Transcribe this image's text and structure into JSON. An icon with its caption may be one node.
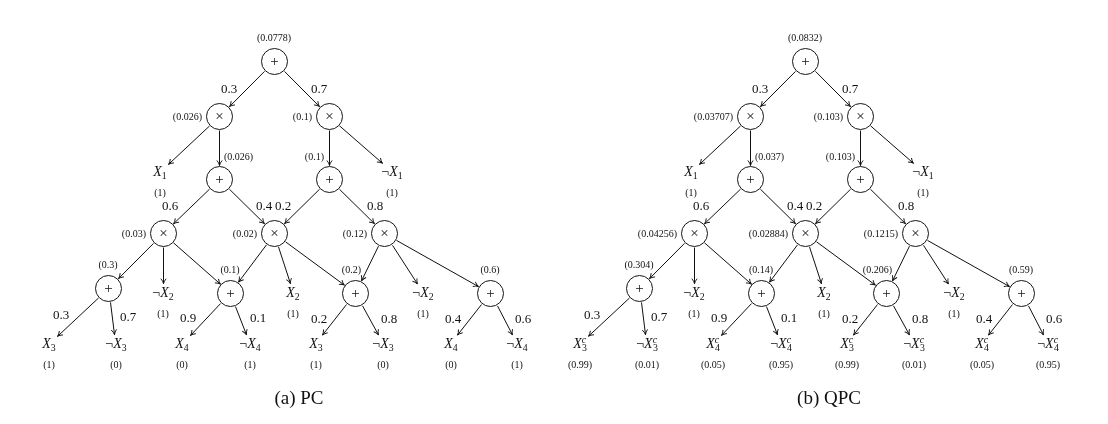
{
  "diagram": {
    "nodes": [
      {
        "text": [
          "+"
        ],
        "beside": [
          "(0.0778)"
        ]
      },
      {
        "text": [
          "×"
        ],
        "beside": [
          "(0.026)"
        ]
      },
      {
        "text": [
          "×"
        ],
        "beside": [
          "(0.1)"
        ]
      },
      {
        "text": [
          "*X*$_{1}$"
        ],
        "beside": [
          "(1)"
        ]
      },
      {
        "text": [
          "+"
        ],
        "beside": [
          "(0.026)"
        ]
      },
      {
        "text": [
          "+"
        ],
        "beside": [
          "(0.1)"
        ]
      },
      {
        "text": [
          "¬*X*$_{1}$"
        ],
        "beside": [
          "(1)"
        ]
      },
      {
        "text": [
          "×"
        ],
        "beside": [
          "(0.03)"
        ]
      },
      {
        "text": [
          "×"
        ],
        "beside": [
          "(0.02)"
        ]
      },
      {
        "text": [
          "×"
        ],
        "beside": [
          "(0.12)"
        ]
      },
      {
        "text": [
          "+"
        ],
        "beside": [
          "(0.3)"
        ]
      },
      {
        "text": [
          "¬*X*$_{2}$"
        ],
        "beside": [
          "(1)"
        ]
      },
      {
        "text": [
          "+"
        ],
        "beside": [
          "(0.1)"
        ]
      },
      {
        "text": [
          "*X*$_{2}$"
        ],
        "beside": [
          "(1)"
        ]
      },
      {
        "text": [
          "+"
        ],
        "beside": [
          "(0.2)"
        ]
      },
      {
        "text": [
          "¬*X*$_{2}$"
        ],
        "beside": [
          "(1)"
        ]
      },
      {
        "text": [
          "+"
        ],
        "beside": [
          "(0.6)"
        ]
      },
      {
        "text": [
          "*X*$_{3}$"
        ],
        "beside": [
          "(1)"
        ]
      },
      {
        "text": [
          "¬*X*$_{3}$"
        ],
        "beside": [
          "(0)"
        ]
      },
      {
        "text": [
          "*X*$_{4}$"
        ],
        "beside": [
          "(0)"
        ]
      },
      {
        "text": [
          "¬*X*$_{4}$"
        ],
        "beside": [
          "(1)"
        ]
      },
      {
        "text": [
          "*X*$_{3}$"
        ],
        "beside": [
          "(1)"
        ]
      },
      {
        "text": [
          "¬*X*$_{3}$"
        ],
        "beside": [
          "(0)"
        ]
      },
      {
        "text": [
          "*X*$_{4}$"
        ],
        "beside": [
          "(0)"
        ]
      },
      {
        "text": [
          "¬*X*$_{4}$"
        ],
        "beside": [
          "(1)"
        ]
      },
      {
        "text": [
          "+"
        ],
        "beside": [
          "(0.0832)"
        ]
      },
      {
        "text": [
          "×"
        ],
        "beside": [
          "(0.03707)"
        ]
      },
      {
        "text": [
          "×"
        ],
        "beside": [
          "(0.103)"
        ]
      },
      {
        "text": [
          "*X*$_{1}$"
        ],
        "beside": [
          "(1)"
        ]
      },
      {
        "text": [
          "+"
        ],
        "beside": [
          "(0.037)"
        ]
      },
      {
        "text": [
          "+"
        ],
        "beside": [
          "(0.103)"
        ]
      },
      {
        "text": [
          "¬*X*$_{1}$"
        ],
        "beside": [
          "(1)"
        ]
      },
      {
        "text": [
          "×"
        ],
        "beside": [
          "(0.04256)"
        ]
      },
      {
        "text": [
          "×"
        ],
        "beside": [
          "(0.02884)"
        ]
      },
      {
        "text": [
          "×"
        ],
        "beside": [
          "(0.1215)"
        ]
      },
      {
        "text": [
          "+"
        ],
        "beside": [
          "(0.304)"
        ]
      },
      {
        "text": [
          "¬*X*$_{2}$"
        ],
        "beside": [
          "(1)"
        ]
      },
      {
        "text": [
          "+"
        ],
        "beside": [
          "(0.14)"
        ]
      },
      {
        "text": [
          "*X*$_{2}$"
        ],
        "beside": [
          "(1)"
        ]
      },
      {
        "text": [
          "+"
        ],
        "beside": [
          "(0.206)"
        ]
      },
      {
        "text": [
          "¬*X*$_{2}$"
        ],
        "beside": [
          "(1)"
        ]
      },
      {
        "text": [
          "+"
        ],
        "beside": [
          "(0.59)"
        ]
      },
      {
        "text": [
          "*X*$^{c}$$_{3}$"
        ],
        "beside": [
          "(0.99)"
        ]
      },
      {
        "text": [
          "¬*X*$^{c}$$_{3}$"
        ],
        "beside": [
          "(0.01)"
        ]
      },
      {
        "text": [
          "*X*$^{c}$$_{4}$"
        ],
        "beside": [
          "(0.05)"
        ]
      },
      {
        "text": [
          "¬*X*$^{c}$$_{4}$"
        ],
        "beside": [
          "(0.95)"
        ]
      },
      {
        "text": [
          "*X*$^{c}$$_{3}$"
        ],
        "beside": [
          "(0.99)"
        ]
      },
      {
        "text": [
          "¬*X*$^{c}$$_{3}$"
        ],
        "beside": [
          "(0.01)"
        ]
      },
      {
        "text": [
          "*X*$^{c}$$_{4}$"
        ],
        "beside": [
          "(0.05)"
        ]
      },
      {
        "text": [
          "¬*X*$^{c}$$_{4}$"
        ],
        "beside": [
          "(0.95)"
        ]
      }
    ],
    "edges": [
      {
        "from": 0,
        "to": 1,
        "arrow": "to",
        "label": "0.3"
      },
      {
        "from": 0,
        "to": 2,
        "arrow": "to",
        "label": "0.7"
      },
      {
        "from": 1,
        "to": 3,
        "arrow": "to"
      },
      {
        "from": 1,
        "to": 4,
        "arrow": "to"
      },
      {
        "from": 2,
        "to": 5,
        "arrow": "to"
      },
      {
        "from": 2,
        "to": 6,
        "arrow": "to"
      },
      {
        "from": 4,
        "to": 7,
        "arrow": "to",
        "label": "0.6"
      },
      {
        "from": 4,
        "to": 8,
        "arrow": "to",
        "label": "0.4"
      },
      {
        "from": 5,
        "to": 8,
        "arrow": "to",
        "label": "0.2"
      },
      {
        "from": 5,
        "to": 9,
        "arrow": "to",
        "label": "0.8"
      },
      {
        "from": 7,
        "to": 10,
        "arrow": "to"
      },
      {
        "from": 7,
        "to": 11,
        "arrow": "to"
      },
      {
        "from": 7,
        "to": 12,
        "arrow": "to"
      },
      {
        "from": 8,
        "to": 12,
        "arrow": "to"
      },
      {
        "from": 8,
        "to": 13,
        "arrow": "to"
      },
      {
        "from": 8,
        "to": 14,
        "arrow": "to"
      },
      {
        "from": 9,
        "to": 14,
        "arrow": "to"
      },
      {
        "from": 9,
        "to": 15,
        "arrow": "to"
      },
      {
        "from": 9,
        "to": 16,
        "arrow": "to"
      },
      {
        "from": 10,
        "to": 17,
        "arrow": "to",
        "label": "0.3"
      },
      {
        "from": 10,
        "to": 18,
        "arrow": "to",
        "label": "0.7"
      },
      {
        "from": 12,
        "to": 19,
        "arrow": "to",
        "label": "0.9"
      },
      {
        "from": 12,
        "to": 20,
        "arrow": "to",
        "label": "0.1"
      },
      {
        "from": 14,
        "to": 21,
        "arrow": "to",
        "label": "0.2"
      },
      {
        "from": 14,
        "to": 22,
        "arrow": "to",
        "label": "0.8"
      },
      {
        "from": 16,
        "to": 23,
        "arrow": "to",
        "label": "0.4"
      },
      {
        "from": 16,
        "to": 24,
        "arrow": "to",
        "label": "0.6"
      },
      {
        "from": 25,
        "to": 26,
        "arrow": "to",
        "label": "0.3"
      },
      {
        "from": 25,
        "to": 27,
        "arrow": "to",
        "label": "0.7"
      },
      {
        "from": 26,
        "to": 28,
        "arrow": "to"
      },
      {
        "from": 26,
        "to": 29,
        "arrow": "to"
      },
      {
        "from": 27,
        "to": 30,
        "arrow": "to"
      },
      {
        "from": 27,
        "to": 31,
        "arrow": "to"
      },
      {
        "from": 29,
        "to": 32,
        "arrow": "to",
        "label": "0.6"
      },
      {
        "from": 29,
        "to": 33,
        "arrow": "to",
        "label": "0.4"
      },
      {
        "from": 30,
        "to": 33,
        "arrow": "to",
        "label": "0.2"
      },
      {
        "from": 30,
        "to": 34,
        "arrow": "to",
        "label": "0.8"
      },
      {
        "from": 32,
        "to": 35,
        "arrow": "to"
      },
      {
        "from": 32,
        "to": 36,
        "arrow": "to"
      },
      {
        "from": 32,
        "to": 37,
        "arrow": "to"
      },
      {
        "from": 33,
        "to": 37,
        "arrow": "to"
      },
      {
        "from": 33,
        "to": 38,
        "arrow": "to"
      },
      {
        "from": 33,
        "to": 39,
        "arrow": "to"
      },
      {
        "from": 34,
        "to": 39,
        "arrow": "to"
      },
      {
        "from": 34,
        "to": 40,
        "arrow": "to"
      },
      {
        "from": 34,
        "to": 41,
        "arrow": "to"
      },
      {
        "from": 35,
        "to": 42,
        "arrow": "to",
        "label": "0.3"
      },
      {
        "from": 35,
        "to": 43,
        "arrow": "to",
        "label": "0.7"
      },
      {
        "from": 37,
        "to": 44,
        "arrow": "to",
        "label": "0.9"
      },
      {
        "from": 37,
        "to": 45,
        "arrow": "to",
        "label": "0.1"
      },
      {
        "from": 39,
        "to": 46,
        "arrow": "to",
        "label": "0.2"
      },
      {
        "from": 39,
        "to": 47,
        "arrow": "to",
        "label": "0.8"
      },
      {
        "from": 41,
        "to": 48,
        "arrow": "to",
        "label": "0.4"
      },
      {
        "from": 41,
        "to": 49,
        "arrow": "to",
        "label": "0.6"
      }
    ],
    "labels": [
      "(a) PC",
      "(b) QPC"
    ]
  }
}
